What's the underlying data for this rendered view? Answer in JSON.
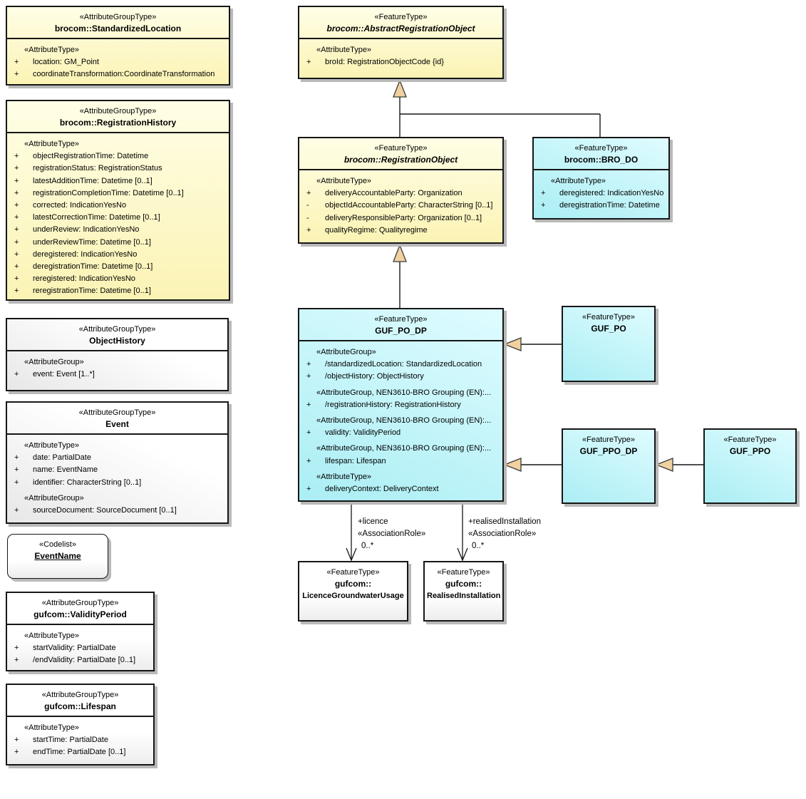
{
  "colors": {
    "feature_yellow": "#fbf3b4",
    "feature_cyan": "#aaeef4",
    "group_grey": "#dcdcdc",
    "generalization_arrow_tan": "#f0d2a0",
    "box_border": "#161616",
    "shadow": "#b9b9b9"
  },
  "classes": {
    "standardizedLocation": {
      "stereotype": "«AttributeGroupType»",
      "name": "brocom::StandardizedLocation",
      "rows": [
        {
          "s": "«AttributeType»"
        },
        {
          "p": "+",
          "t": "location: GM_Point"
        },
        {
          "p": "+",
          "t": "coordinateTransformation:CoordinateTransformation"
        }
      ]
    },
    "registrationHistory": {
      "stereotype": "«AttributeGroupType»",
      "name": "brocom::RegistrationHistory",
      "rows": [
        {
          "s": "«AttributeType»"
        },
        {
          "p": "+",
          "t": "objectRegistrationTime: Datetime"
        },
        {
          "p": "+",
          "t": "registrationStatus: RegistrationStatus"
        },
        {
          "p": "+",
          "t": "latestAdditionTime: Datetime [0..1]"
        },
        {
          "p": "+",
          "t": "registrationCompletionTime: Datetime [0..1]"
        },
        {
          "p": "+",
          "t": "corrected: IndicationYesNo"
        },
        {
          "p": "+",
          "t": "latestCorrectionTime: Datetime [0..1]"
        },
        {
          "p": "+",
          "t": "underReview: IndicationYesNo"
        },
        {
          "p": "+",
          "t": "underReviewTime: Datetime [0..1]"
        },
        {
          "p": "+",
          "t": "deregistered: IndicationYesNo"
        },
        {
          "p": "+",
          "t": "deregistrationTime: Datetime [0..1]"
        },
        {
          "p": "+",
          "t": "reregistered: IndicationYesNo"
        },
        {
          "p": "+",
          "t": "reregistrationTime: Datetime [0..1]"
        }
      ]
    },
    "objectHistory": {
      "stereotype": "«AttributeGroupType»",
      "name": "ObjectHistory",
      "rows": [
        {
          "s": "«AttributeGroup»"
        },
        {
          "p": "+",
          "t": "event: Event [1..*]"
        }
      ]
    },
    "event": {
      "stereotype": "«AttributeGroupType»",
      "name": "Event",
      "rows": [
        {
          "s": "«AttributeType»"
        },
        {
          "p": "+",
          "t": "date: PartialDate"
        },
        {
          "p": "+",
          "t": "name: EventName"
        },
        {
          "p": "+",
          "t": "identifier: CharacterString [0..1]"
        },
        {
          "s": "«AttributeGroup»"
        },
        {
          "p": "+",
          "t": "sourceDocument: SourceDocument [0..1]"
        }
      ]
    },
    "eventName": {
      "stereotype": "«Codelist»",
      "name": "EventName"
    },
    "validityPeriod": {
      "stereotype": "«AttributeGroupType»",
      "name": "gufcom::ValidityPeriod",
      "rows": [
        {
          "s": "«AttributeType»"
        },
        {
          "p": "+",
          "t": "startValidity: PartialDate"
        },
        {
          "p": "+",
          "t": "/endValidity: PartialDate [0..1]"
        }
      ]
    },
    "lifespan": {
      "stereotype": "«AttributeGroupType»",
      "name": "gufcom::Lifespan",
      "rows": [
        {
          "s": "«AttributeType»"
        },
        {
          "p": "+",
          "t": "startTime: PartialDate"
        },
        {
          "p": "+",
          "t": "endTime: PartialDate [0..1]"
        }
      ]
    },
    "abstractRegistrationObject": {
      "stereotype": "«FeatureType»",
      "name": "brocom::AbstractRegistrationObject",
      "rows": [
        {
          "s": "«AttributeType»"
        },
        {
          "p": "+",
          "t": "broId: RegistrationObjectCode {id}"
        }
      ]
    },
    "registrationObject": {
      "stereotype": "«FeatureType»",
      "name": "brocom::RegistrationObject",
      "rows": [
        {
          "s": "«AttributeType»"
        },
        {
          "p": "+",
          "t": "deliveryAccountableParty: Organization"
        },
        {
          "p": "-",
          "t": "objectIdAccountableParty: CharacterString [0..1]"
        },
        {
          "p": "-",
          "t": "deliveryResponsibleParty: Organization [0..1]"
        },
        {
          "p": "+",
          "t": "qualityRegime: Qualityregime"
        }
      ]
    },
    "broDo": {
      "stereotype": "«FeatureType»",
      "name": "brocom::BRO_DO",
      "rows": [
        {
          "s": "«AttributeType»"
        },
        {
          "p": "+",
          "t": "deregistered: IndicationYesNo"
        },
        {
          "p": "+",
          "t": "deregistrationTime: Datetime"
        }
      ]
    },
    "gufPoDp": {
      "stereotype": "«FeatureType»",
      "name": "GUF_PO_DP",
      "rows": [
        {
          "s": "«AttributeGroup»"
        },
        {
          "p": "+",
          "t": "/standardizedLocation: StandardizedLocation"
        },
        {
          "p": "+",
          "t": "/objectHistory: ObjectHistory"
        },
        {
          "s": "«AttributeGroup, NEN3610-BRO Grouping (EN):..."
        },
        {
          "p": "+",
          "t": "/registrationHistory: RegistrationHistory"
        },
        {
          "s": "«AttributeGroup, NEN3610-BRO Grouping (EN):..."
        },
        {
          "p": "+",
          "t": "validity: ValidityPeriod"
        },
        {
          "s": "«AttributeGroup, NEN3610-BRO Grouping (EN):..."
        },
        {
          "p": "+",
          "t": "lifespan: Lifespan"
        },
        {
          "s": "«AttributeType»"
        },
        {
          "p": "+",
          "t": "deliveryContext: DeliveryContext"
        }
      ]
    },
    "gufPo": {
      "stereotype": "«FeatureType»",
      "name": "GUF_PO"
    },
    "gufPpoDp": {
      "stereotype": "«FeatureType»",
      "name": "GUF_PPO_DP"
    },
    "gufPpo": {
      "stereotype": "«FeatureType»",
      "name": "GUF_PPO"
    },
    "licenceGroundwaterUsage": {
      "stereotype": "«FeatureType»",
      "name1": "gufcom::",
      "name2": "LicenceGroundwaterUsage"
    },
    "realisedInstallation": {
      "stereotype": "«FeatureType»",
      "name1": "gufcom::",
      "name2": "RealisedInstallation"
    }
  },
  "associations": {
    "licence": {
      "role": "+licence",
      "stereotype": "«AssociationRole»",
      "multiplicity": "0..*"
    },
    "realisedInstallation": {
      "role": "+realisedInstallation",
      "stereotype": "«AssociationRole»",
      "multiplicity": "0..*"
    }
  }
}
